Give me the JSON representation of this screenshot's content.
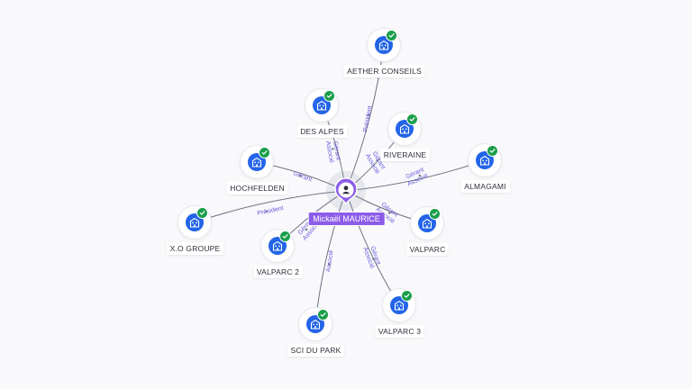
{
  "colors": {
    "person_accent": "#8c5ce8",
    "company": "#2364e8",
    "verified": "#1b9e4b",
    "edge": "#6d7480",
    "edge_label": "#6a5bd8"
  },
  "person": {
    "name": "Mickaël MAURICE",
    "icon": "user-icon"
  },
  "companies": [
    {
      "id": "aether",
      "name": "AETHER CONSEILS",
      "icon": "building-icon",
      "verified": true,
      "roles": [
        "Président"
      ]
    },
    {
      "id": "desalpes",
      "name": "DES ALPES",
      "icon": "building-icon",
      "verified": true,
      "roles": [
        "Gérant",
        "Associé"
      ]
    },
    {
      "id": "riveraine",
      "name": "RIVERAINE",
      "icon": "building-icon",
      "verified": true,
      "roles": [
        "Gérant",
        "Associé"
      ]
    },
    {
      "id": "almagami",
      "name": "ALMAGAMI",
      "icon": "building-icon",
      "verified": true,
      "roles": [
        "Gérant",
        "Associé"
      ]
    },
    {
      "id": "hochfelden",
      "name": "HOCHFELDEN",
      "icon": "building-icon",
      "verified": true,
      "roles": [
        "Gérant"
      ]
    },
    {
      "id": "xogroupe",
      "name": "X.O GROUPE",
      "icon": "building-icon",
      "verified": true,
      "roles": [
        "Président"
      ]
    },
    {
      "id": "valparc2",
      "name": "VALPARC 2",
      "icon": "building-icon",
      "verified": true,
      "roles": [
        "Gérant",
        "Associé"
      ]
    },
    {
      "id": "valparc",
      "name": "VALPARC",
      "icon": "building-icon",
      "verified": true,
      "roles": [
        "Gérant",
        "Associé"
      ]
    },
    {
      "id": "scidupark",
      "name": "SCI DU PARK",
      "icon": "building-icon",
      "verified": true,
      "roles": [
        "Associé"
      ]
    },
    {
      "id": "valparc3",
      "name": "VALPARC 3",
      "icon": "building-icon",
      "verified": true,
      "roles": [
        "Gérant",
        "Associé"
      ]
    }
  ]
}
